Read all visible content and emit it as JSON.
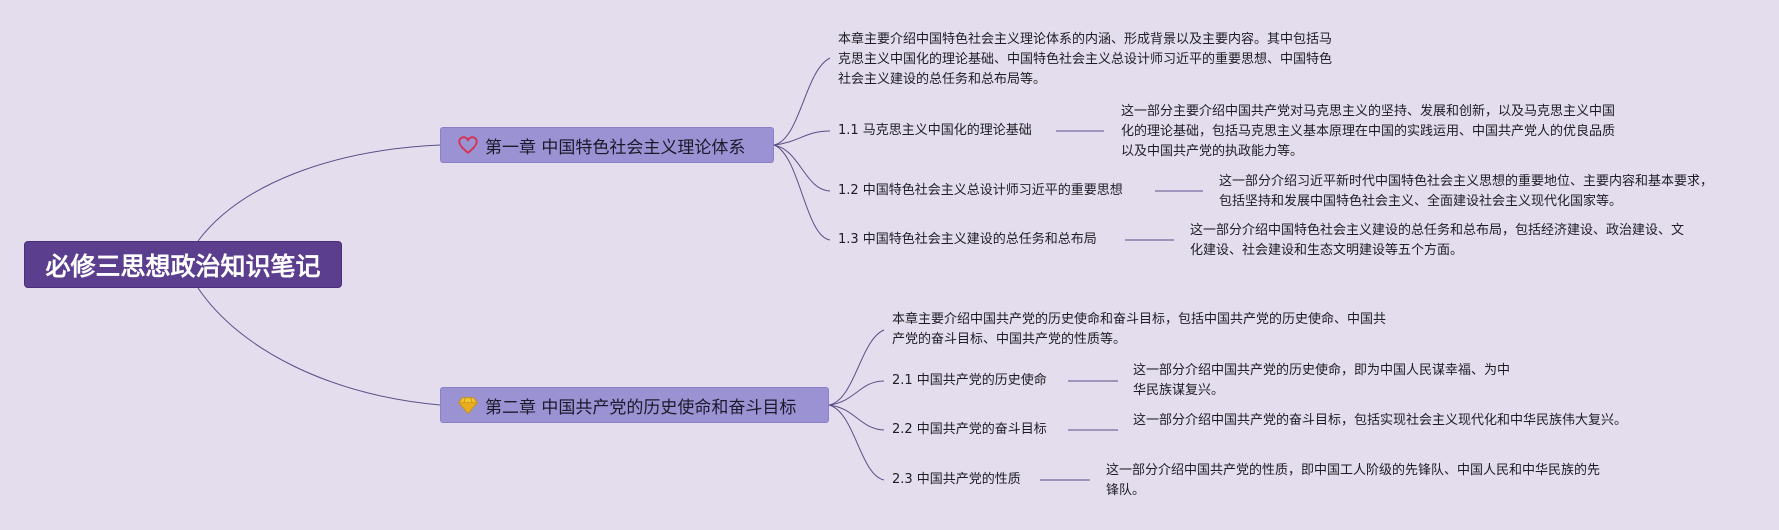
{
  "title": "必修三思想政治知识笔记",
  "chapters": [
    {
      "label": "第一章 中国特色社会主义理论体系",
      "icon": "heart-icon",
      "summary": "本章主要介绍中国特色社会主义理论体系的内涵、形成背景以及主要内容。其中包括马克思主义中国化的理论基础、中国特色社会主义总设计师习近平的重要思想、中国特色社会主义建设的总任务和总布局等。",
      "sections": [
        {
          "label": "1.1 马克思主义中国化的理论基础",
          "note": "这一部分主要介绍中国共产党对马克思主义的坚持、发展和创新，以及马克思主义中国化的理论基础，包括马克思主义基本原理在中国的实践运用、中国共产党人的优良品质以及中国共产党的执政能力等。"
        },
        {
          "label": "1.2 中国特色社会主义总设计师习近平的重要思想",
          "note": "这一部分介绍习近平新时代中国特色社会主义思想的重要地位、主要内容和基本要求，包括坚持和发展中国特色社会主义、全面建设社会主义现代化国家等。"
        },
        {
          "label": "1.3 中国特色社会主义建设的总任务和总布局",
          "note": "这一部分介绍中国特色社会主义建设的总任务和总布局，包括经济建设、政治建设、文化建设、社会建设和生态文明建设等五个方面。"
        }
      ]
    },
    {
      "label": "第二章 中国共产党的历史使命和奋斗目标",
      "icon": "gem-icon",
      "summary": "本章主要介绍中国共产党的历史使命和奋斗目标，包括中国共产党的历史使命、中国共产党的奋斗目标、中国共产党的性质等。",
      "sections": [
        {
          "label": "2.1 中国共产党的历史使命",
          "note": "这一部分介绍中国共产党的历史使命，即为中国人民谋幸福、为中华民族谋复兴。"
        },
        {
          "label": "2.2 中国共产党的奋斗目标",
          "note": "这一部分介绍中国共产党的奋斗目标，包括实现社会主义现代化和中华民族伟大复兴。"
        },
        {
          "label": "2.3 中国共产党的性质",
          "note": "这一部分介绍中国共产党的性质，即中国工人阶级的先锋队、中国人民和中华民族的先锋队。"
        }
      ]
    }
  ],
  "colors": {
    "background": "#e3ddee",
    "root": "#5b3e8e",
    "chapter": "#9b92d4",
    "line": "#5a4f86"
  }
}
